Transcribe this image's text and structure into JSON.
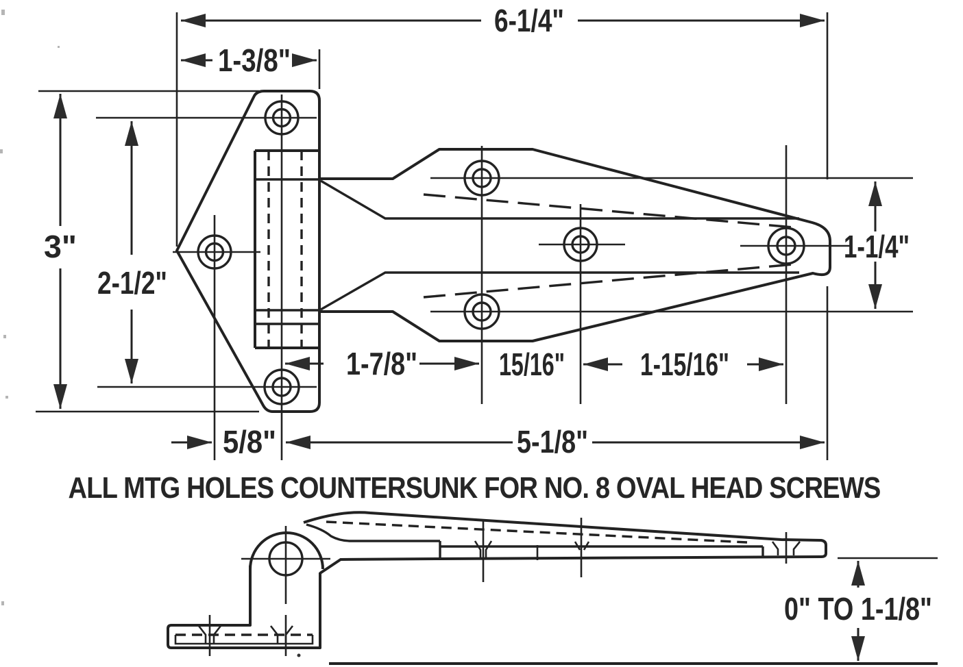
{
  "note": "ALL MTG HOLES COUNTERSUNK FOR NO. 8 OVAL HEAD SCREWS",
  "colors": {
    "ink": "#222222",
    "paper": "#ffffff"
  },
  "top_view": {
    "label": "plan view of offset strap hinge",
    "dims": {
      "overall_length": "6-1/4\"",
      "butt_width": "1-3/8\"",
      "butt_height": "3\"",
      "butt_hole_spacing": "2-1/2\"",
      "strap_hole_span": "1-1/4\"",
      "pin_to_wing_holes": "1-7/8\"",
      "wing_to_middle_hole": "15/16\"",
      "middle_to_end_hole": "1-15/16\"",
      "edge_to_pin": "5/8\"",
      "pin_to_strap_end": "5-1/8\""
    }
  },
  "side_view": {
    "label": "side view of offset strap hinge",
    "dims": {
      "offset_range": "0\" TO 1-1/8\""
    }
  }
}
